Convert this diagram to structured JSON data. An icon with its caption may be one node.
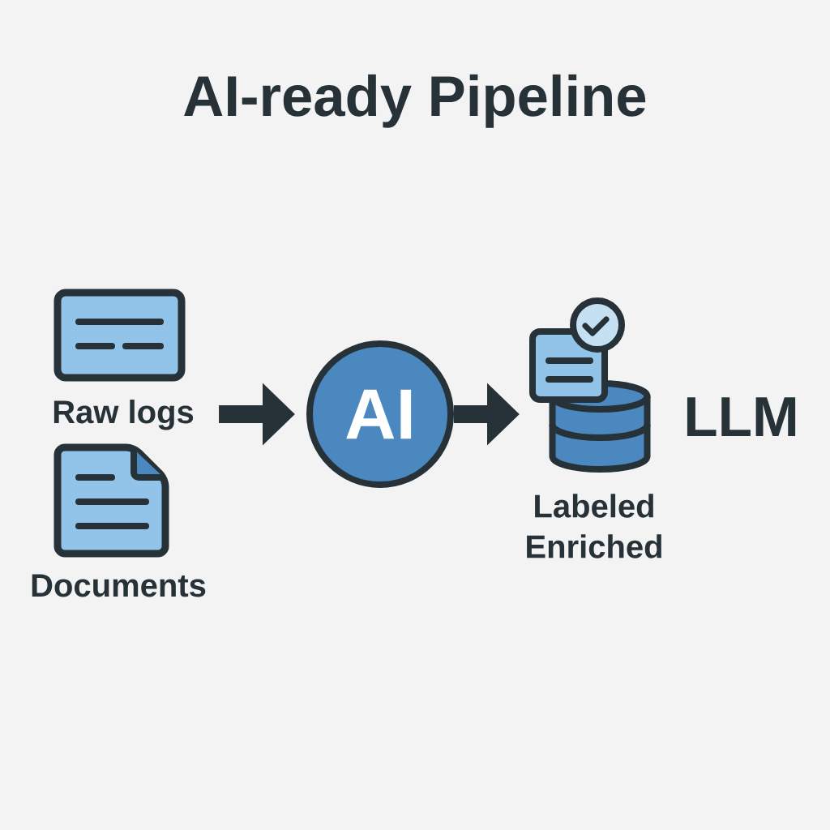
{
  "diagram": {
    "title": "AI-ready Pipeline",
    "nodes": [
      {
        "text": [
          "Raw logs"
        ]
      },
      {
        "text": [
          "Documents"
        ]
      },
      {
        "text": [
          "AI"
        ]
      },
      {
        "text": [
          "Labeled Enriched"
        ],
        "beside": [
          "LLM"
        ]
      }
    ],
    "edges": [
      {
        "from": 0,
        "to": 2,
        "arrow": "to"
      },
      {
        "from": 2,
        "to": 3,
        "arrow": "to"
      }
    ]
  }
}
